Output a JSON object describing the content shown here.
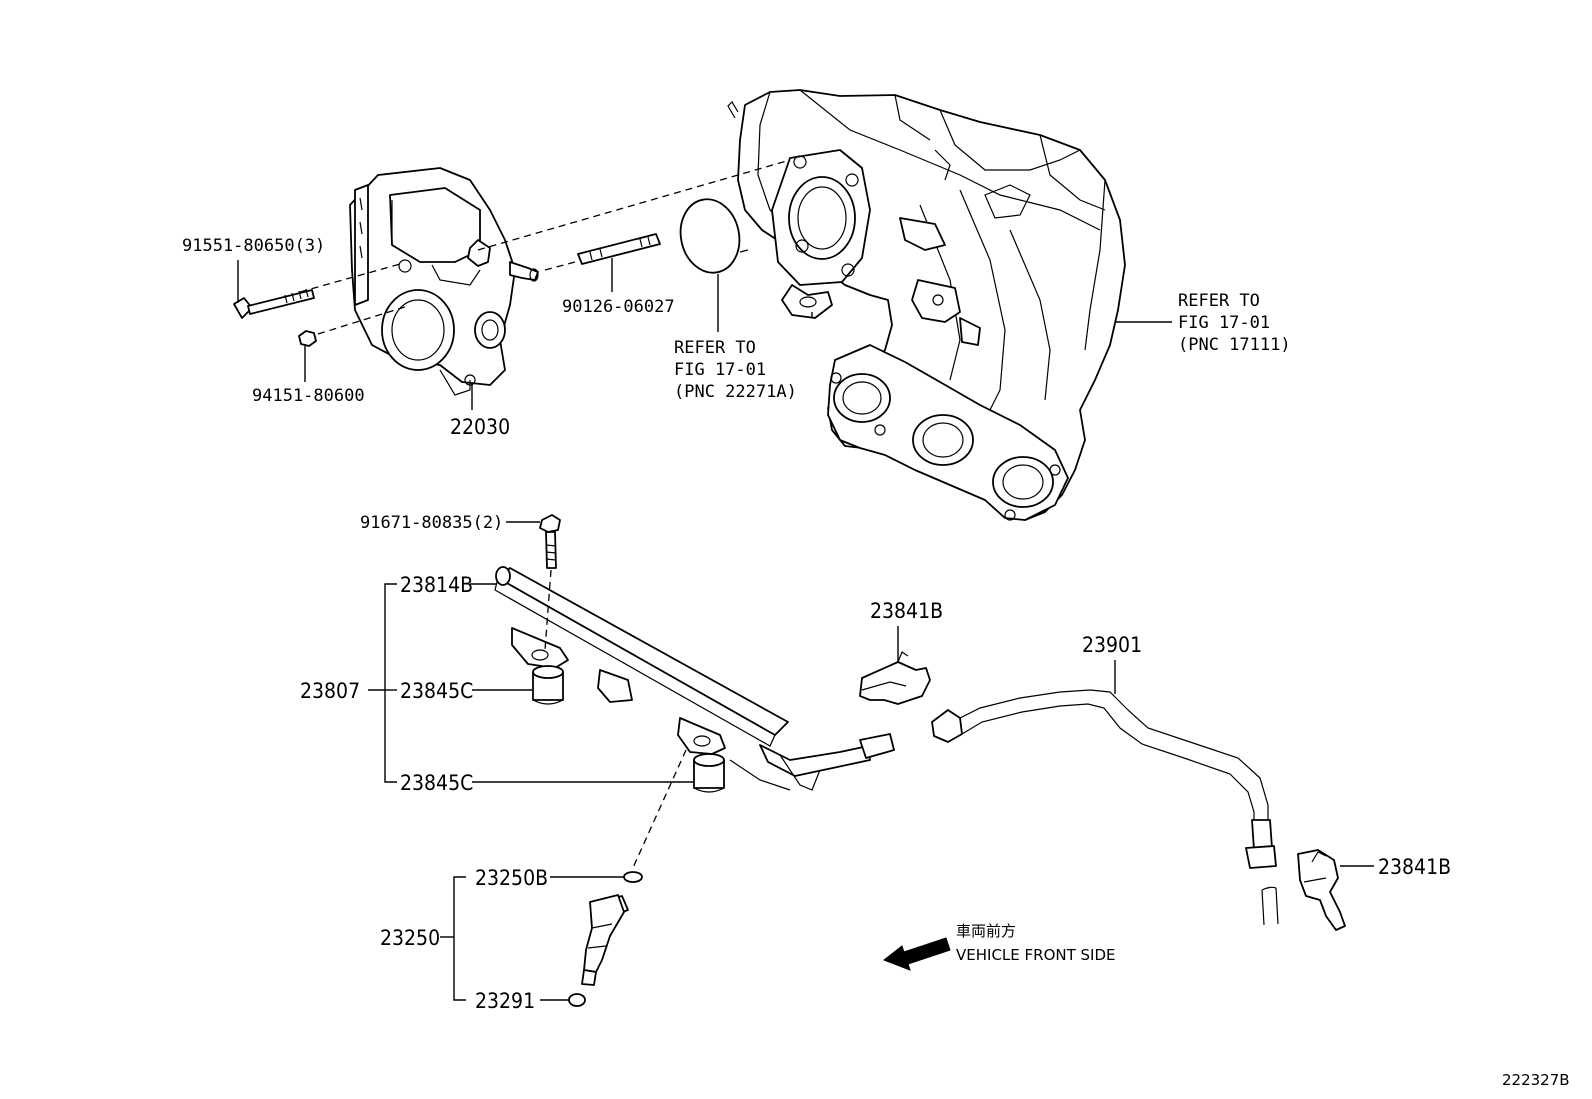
{
  "diagram_id": "222327B",
  "direction": {
    "jp": "車両前方",
    "en": "VEHICLE FRONT SIDE"
  },
  "refs": {
    "manifold": [
      "REFER TO",
      "FIG 17-01",
      "(PNC 17111)"
    ],
    "gasket": [
      "REFER TO",
      "FIG 17-01",
      "(PNC 22271A)"
    ]
  },
  "parts": {
    "p91551": "91551-80650(3)",
    "p94151": "94151-80600",
    "p22030": "22030",
    "p90126": "90126-06027",
    "p91671": "91671-80835(2)",
    "p23814B": "23814B",
    "p23807": "23807",
    "p23845C_1": "23845C",
    "p23845C_2": "23845C",
    "p23250B": "23250B",
    "p23250": "23250",
    "p23291": "23291",
    "p23841B_1": "23841B",
    "p23841B_2": "23841B",
    "p23901": "23901"
  }
}
